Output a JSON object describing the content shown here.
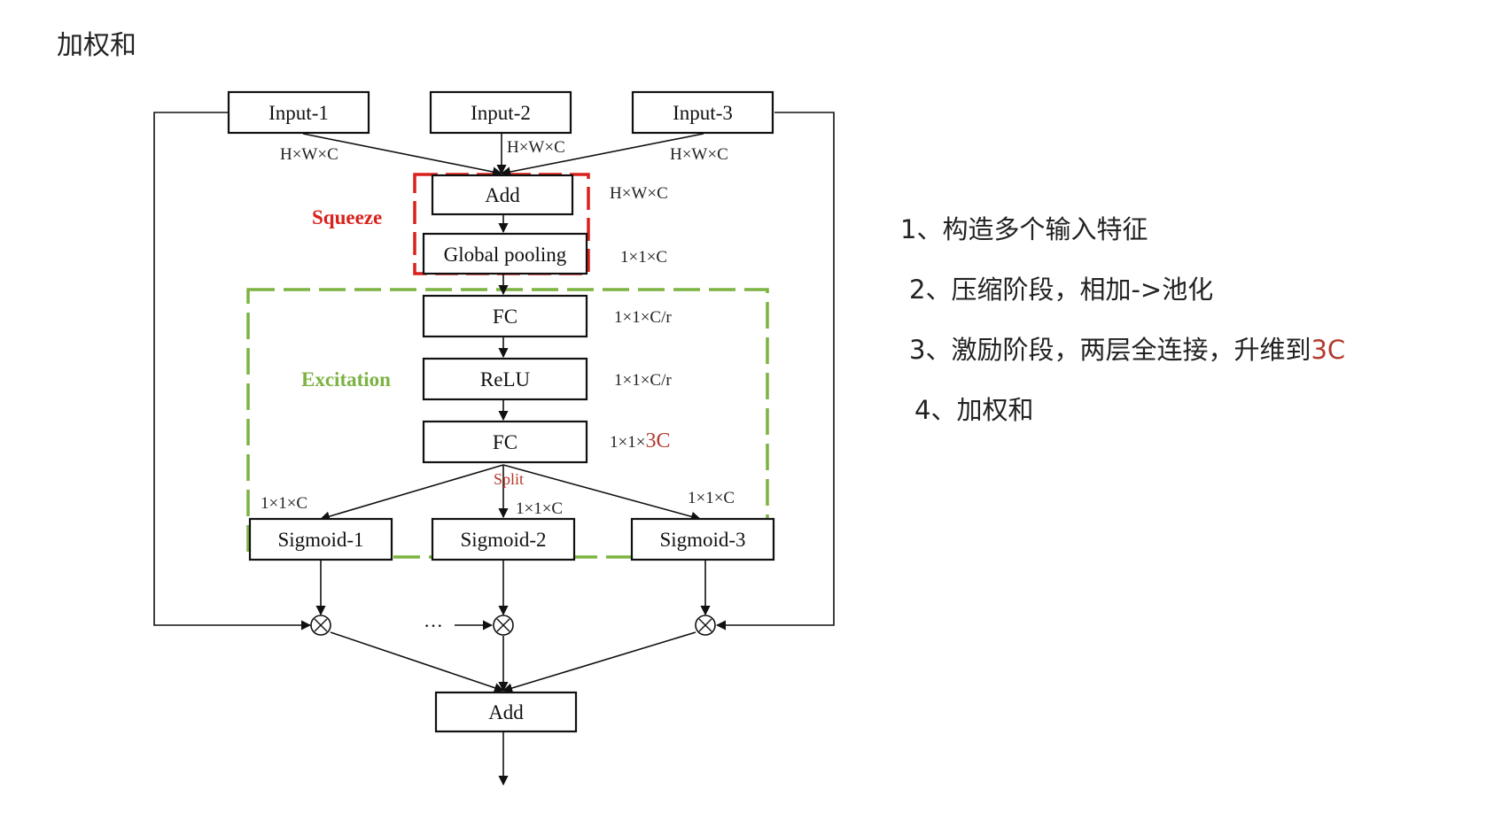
{
  "page": {
    "title": "加权和"
  },
  "colors": {
    "squeeze": "#d9211c",
    "excitation": "#7cb342",
    "highlight": "#b33a2e",
    "line": "#111111"
  },
  "diagram": {
    "inputs": [
      "Input-1",
      "Input-2",
      "Input-3"
    ],
    "add_top": "Add",
    "global_pooling": "Global pooling",
    "fc1": "FC",
    "relu": "ReLU",
    "fc2": "FC",
    "sigmoids": [
      "Sigmoid-1",
      "Sigmoid-2",
      "Sigmoid-3"
    ],
    "add_bottom": "Add",
    "squeeze_label": "Squeeze",
    "excitation_label": "Excitation",
    "split_label": "Split",
    "ellipsis": "···",
    "multiply_symbol": "⊗",
    "dims": {
      "input1": "H×W×C",
      "input2": "H×W×C",
      "input3": "H×W×C",
      "add": "H×W×C",
      "pool": "1×1×C",
      "fc1": "1×1×C/r",
      "relu": "1×1×C/r",
      "fc2_prefix": "1×1×",
      "fc2_highlight": "3C",
      "sig1": "1×1×C",
      "sig2": "1×1×C",
      "sig3": "1×1×C"
    }
  },
  "notes": {
    "item1": "1、构造多个输入特征",
    "item2": "2、压缩阶段，相加->池化",
    "item3_prefix": "3、激励阶段，两层全连接，升维到",
    "item3_highlight": "3C",
    "item4": "4、加权和"
  }
}
